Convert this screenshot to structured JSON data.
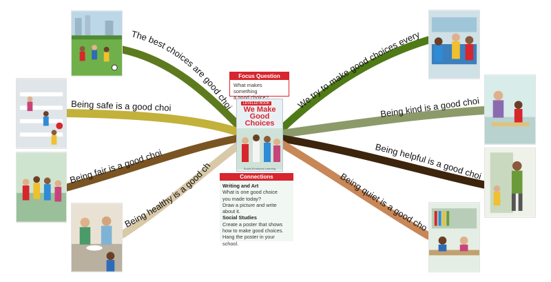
{
  "focus": {
    "heading": "Focus Question",
    "line1": "What makes something",
    "line2": "a good choice?"
  },
  "book": {
    "series": "LEVELED BOOK",
    "title_line1": "We Make",
    "title_line2": "Good",
    "title_line3": "Choices",
    "footer": "Social Emotional Learning"
  },
  "connections": {
    "heading": "Connections",
    "writing_heading": "Writing and Art",
    "writing_lines": [
      "What is one good choice",
      "you made today?",
      "Draw a picture and write",
      "about it."
    ],
    "social_heading": "Social Studies",
    "social_lines": [
      "Create a poster that shows",
      "how to make good choices.",
      "Hang the poster in your school."
    ]
  },
  "branches": [
    {
      "id": "best-choices",
      "text": "The best choices are good choices.",
      "color": "#5e7a1f"
    },
    {
      "id": "safe",
      "text": "Being safe is a good choice.",
      "color": "#c2b13a"
    },
    {
      "id": "fair",
      "text": "Being fair is a good choice.",
      "color": "#7a5422"
    },
    {
      "id": "healthy",
      "text": "Being healthy is a good choice.",
      "color": "#d8c9a8"
    },
    {
      "id": "every-day",
      "text": "We try to make good choices every day.",
      "color": "#4f7a17"
    },
    {
      "id": "kind",
      "text": "Being kind is a good choice.",
      "color": "#8c9a6a"
    },
    {
      "id": "helpful",
      "text": "Being helpful is a good choice.",
      "color": "#3d240c"
    },
    {
      "id": "quiet",
      "text": "Being quiet is a good choice.",
      "color": "#c78757"
    }
  ]
}
